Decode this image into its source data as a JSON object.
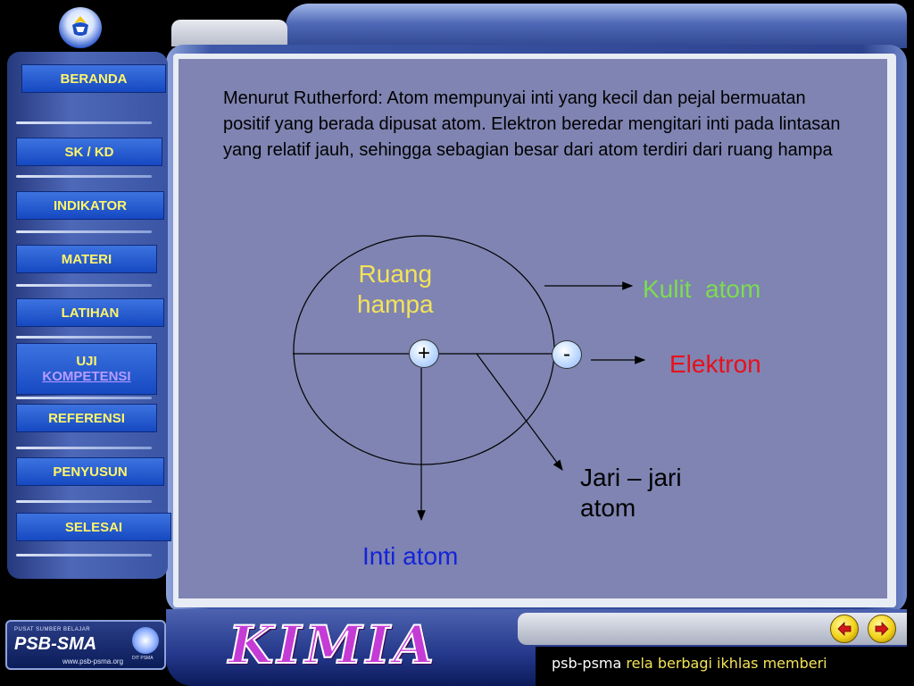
{
  "sidebar": {
    "items": [
      {
        "label": "BERANDA"
      },
      {
        "label": "SK / KD"
      },
      {
        "label": "INDIKATOR"
      },
      {
        "label": "MATERI"
      },
      {
        "label": "LATIHAN"
      },
      {
        "label_line1": "UJI",
        "label_line2": "KOMPETENSI"
      },
      {
        "label": "REFERENSI"
      },
      {
        "label": "PENYUSUN"
      },
      {
        "label": "SELESAI"
      }
    ]
  },
  "content": {
    "paragraph": "Menurut Rutherford: Atom mempunyai inti yang kecil dan pejal bermuatan positif yang berada dipusat atom. Elektron beredar mengitari inti pada lintasan yang relatif jauh, sehingga sebagian besar dari atom terdiri dari ruang hampa",
    "diagram": {
      "ruang_hampa_line1": "Ruang",
      "ruang_hampa_line2": "hampa",
      "kulit_atom": "Kulit  atom",
      "elektron": "Elektron",
      "jari_line1": "Jari – jari",
      "jari_line2": "atom",
      "inti_atom": "Inti atom",
      "nucleus_symbol": "+",
      "electron_symbol": "-"
    }
  },
  "branding": {
    "title": "KIMIA",
    "logo_top": "PUSAT SUMBER BELAJAR",
    "logo_main": "PSB-SMA",
    "logo_url": "www.psb-psma.org",
    "logo_badge_caption": "DIT PSMA",
    "tagline_prefix": "psb-psma",
    "tagline_accent": "rela berbagi ikhlas memberi"
  },
  "colors": {
    "kulit_atom": "#7ddc4f",
    "elektron": "#e8101a",
    "inti_atom": "#1424d8",
    "ruang_hampa": "#f3e35a",
    "menu_text": "#fff56a"
  },
  "icons": {
    "prev": "arrow-left-icon",
    "next": "arrow-right-icon",
    "emblem": "tut-wuri-handayani-icon"
  }
}
